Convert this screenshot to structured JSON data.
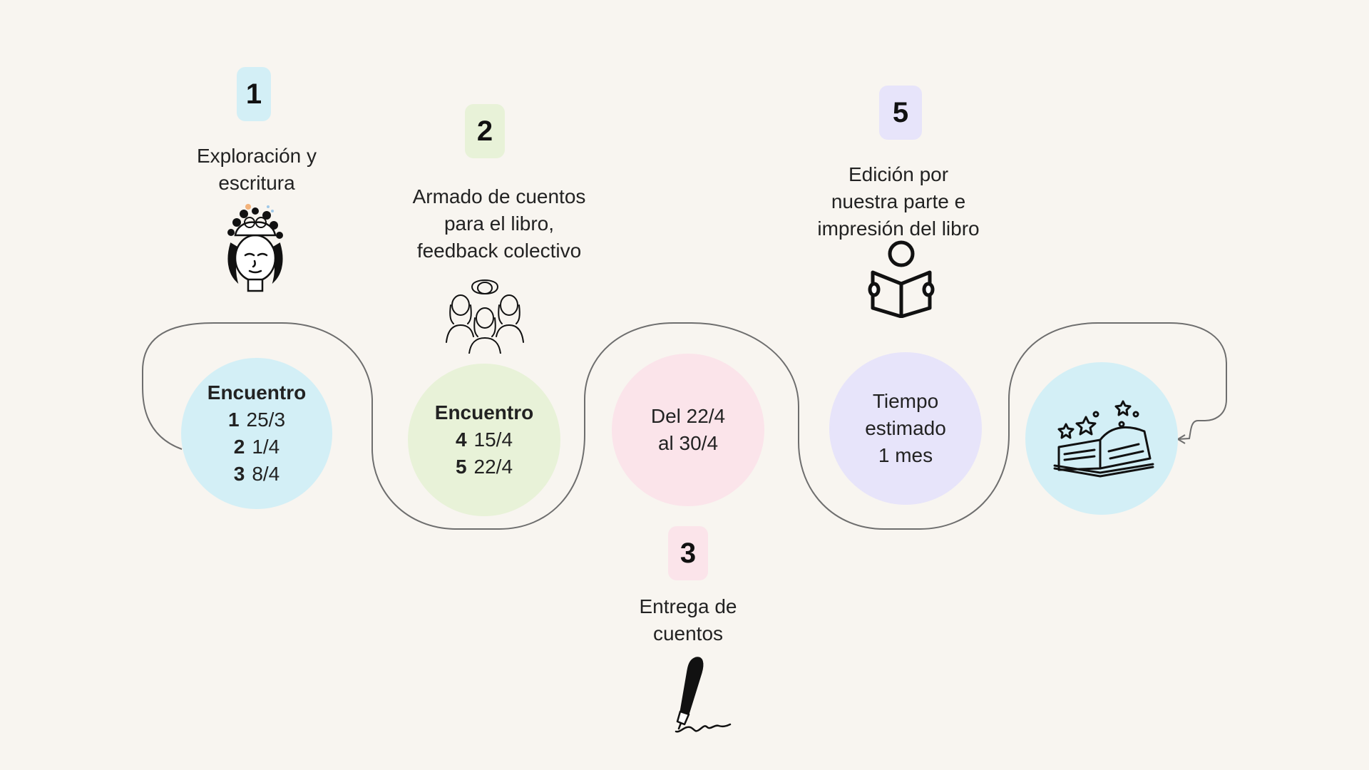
{
  "colors": {
    "background": "#f8f5f0",
    "blue": "#d3eff6",
    "green": "#e8f2d8",
    "pink": "#fbe4ea",
    "lavender": "#e7e4fa",
    "line": "#6e6e6e"
  },
  "steps": [
    {
      "number": "1",
      "label_lines": [
        "Exploración y",
        "escritura"
      ]
    },
    {
      "number": "2",
      "label_lines": [
        "Armado de cuentos",
        "para el libro,",
        "feedback colectivo"
      ]
    },
    {
      "number": "3",
      "label_lines": [
        "Entrega de",
        "cuentos"
      ]
    },
    {
      "number": "5",
      "label_lines": [
        "Edición por",
        "nuestra parte e",
        "impresión del libro"
      ]
    }
  ],
  "circles": [
    {
      "title": "Encuentro",
      "rows": [
        {
          "n": "1",
          "date": "25/3"
        },
        {
          "n": "2",
          "date": "1/4"
        },
        {
          "n": "3",
          "date": "8/4"
        }
      ]
    },
    {
      "title": "Encuentro",
      "rows": [
        {
          "n": "4",
          "date": "15/4"
        },
        {
          "n": "5",
          "date": "22/4"
        }
      ]
    },
    {
      "lines": [
        "Del 22/4",
        "al 30/4"
      ]
    },
    {
      "lines": [
        "Tiempo",
        "estimado",
        "1 mes"
      ]
    }
  ],
  "icons": {
    "step1": "head-flowers-icon",
    "step2": "group-of-women-icon",
    "step3": "fountain-pen-icon",
    "step5": "person-reading-icon",
    "final": "magic-book-icon"
  }
}
